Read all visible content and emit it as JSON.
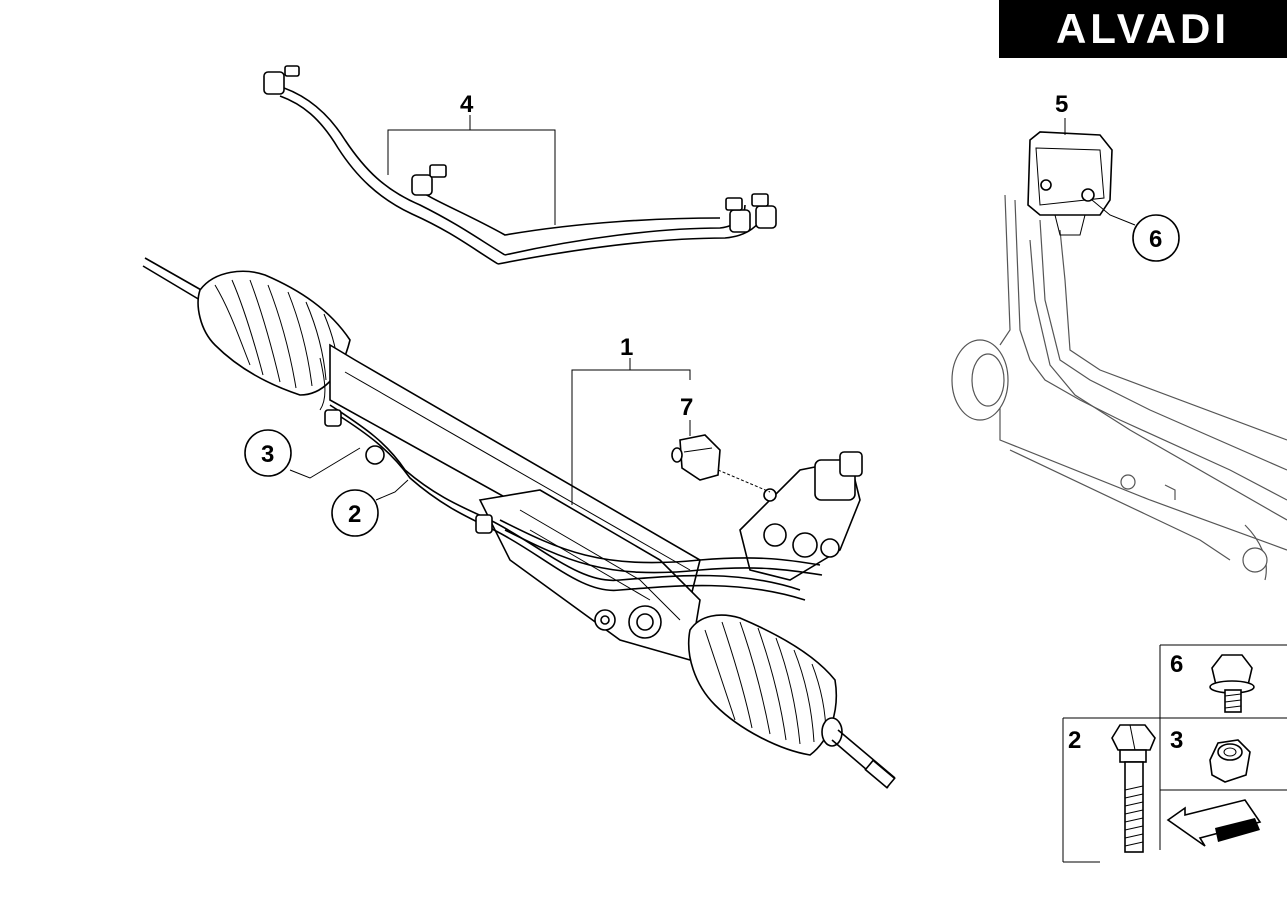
{
  "brand": {
    "logo_text": "ALVADI"
  },
  "callouts": {
    "c1": "1",
    "c2": "2",
    "c3": "3",
    "c4": "4",
    "c5": "5",
    "c6": "6",
    "c7": "7"
  },
  "hardware_panel": {
    "bolt_label": "2",
    "nut_label": "3",
    "screw_label": "6"
  }
}
